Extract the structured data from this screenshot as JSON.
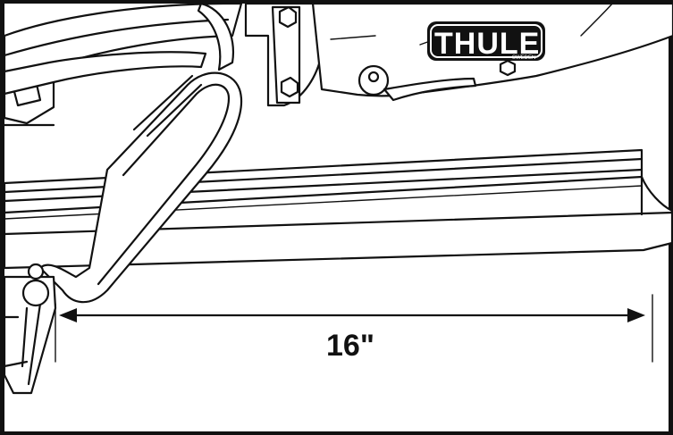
{
  "diagram": {
    "measurement": {
      "label": "16\""
    },
    "brand": {
      "name": "THULE",
      "sub": "SWEDEN"
    }
  }
}
